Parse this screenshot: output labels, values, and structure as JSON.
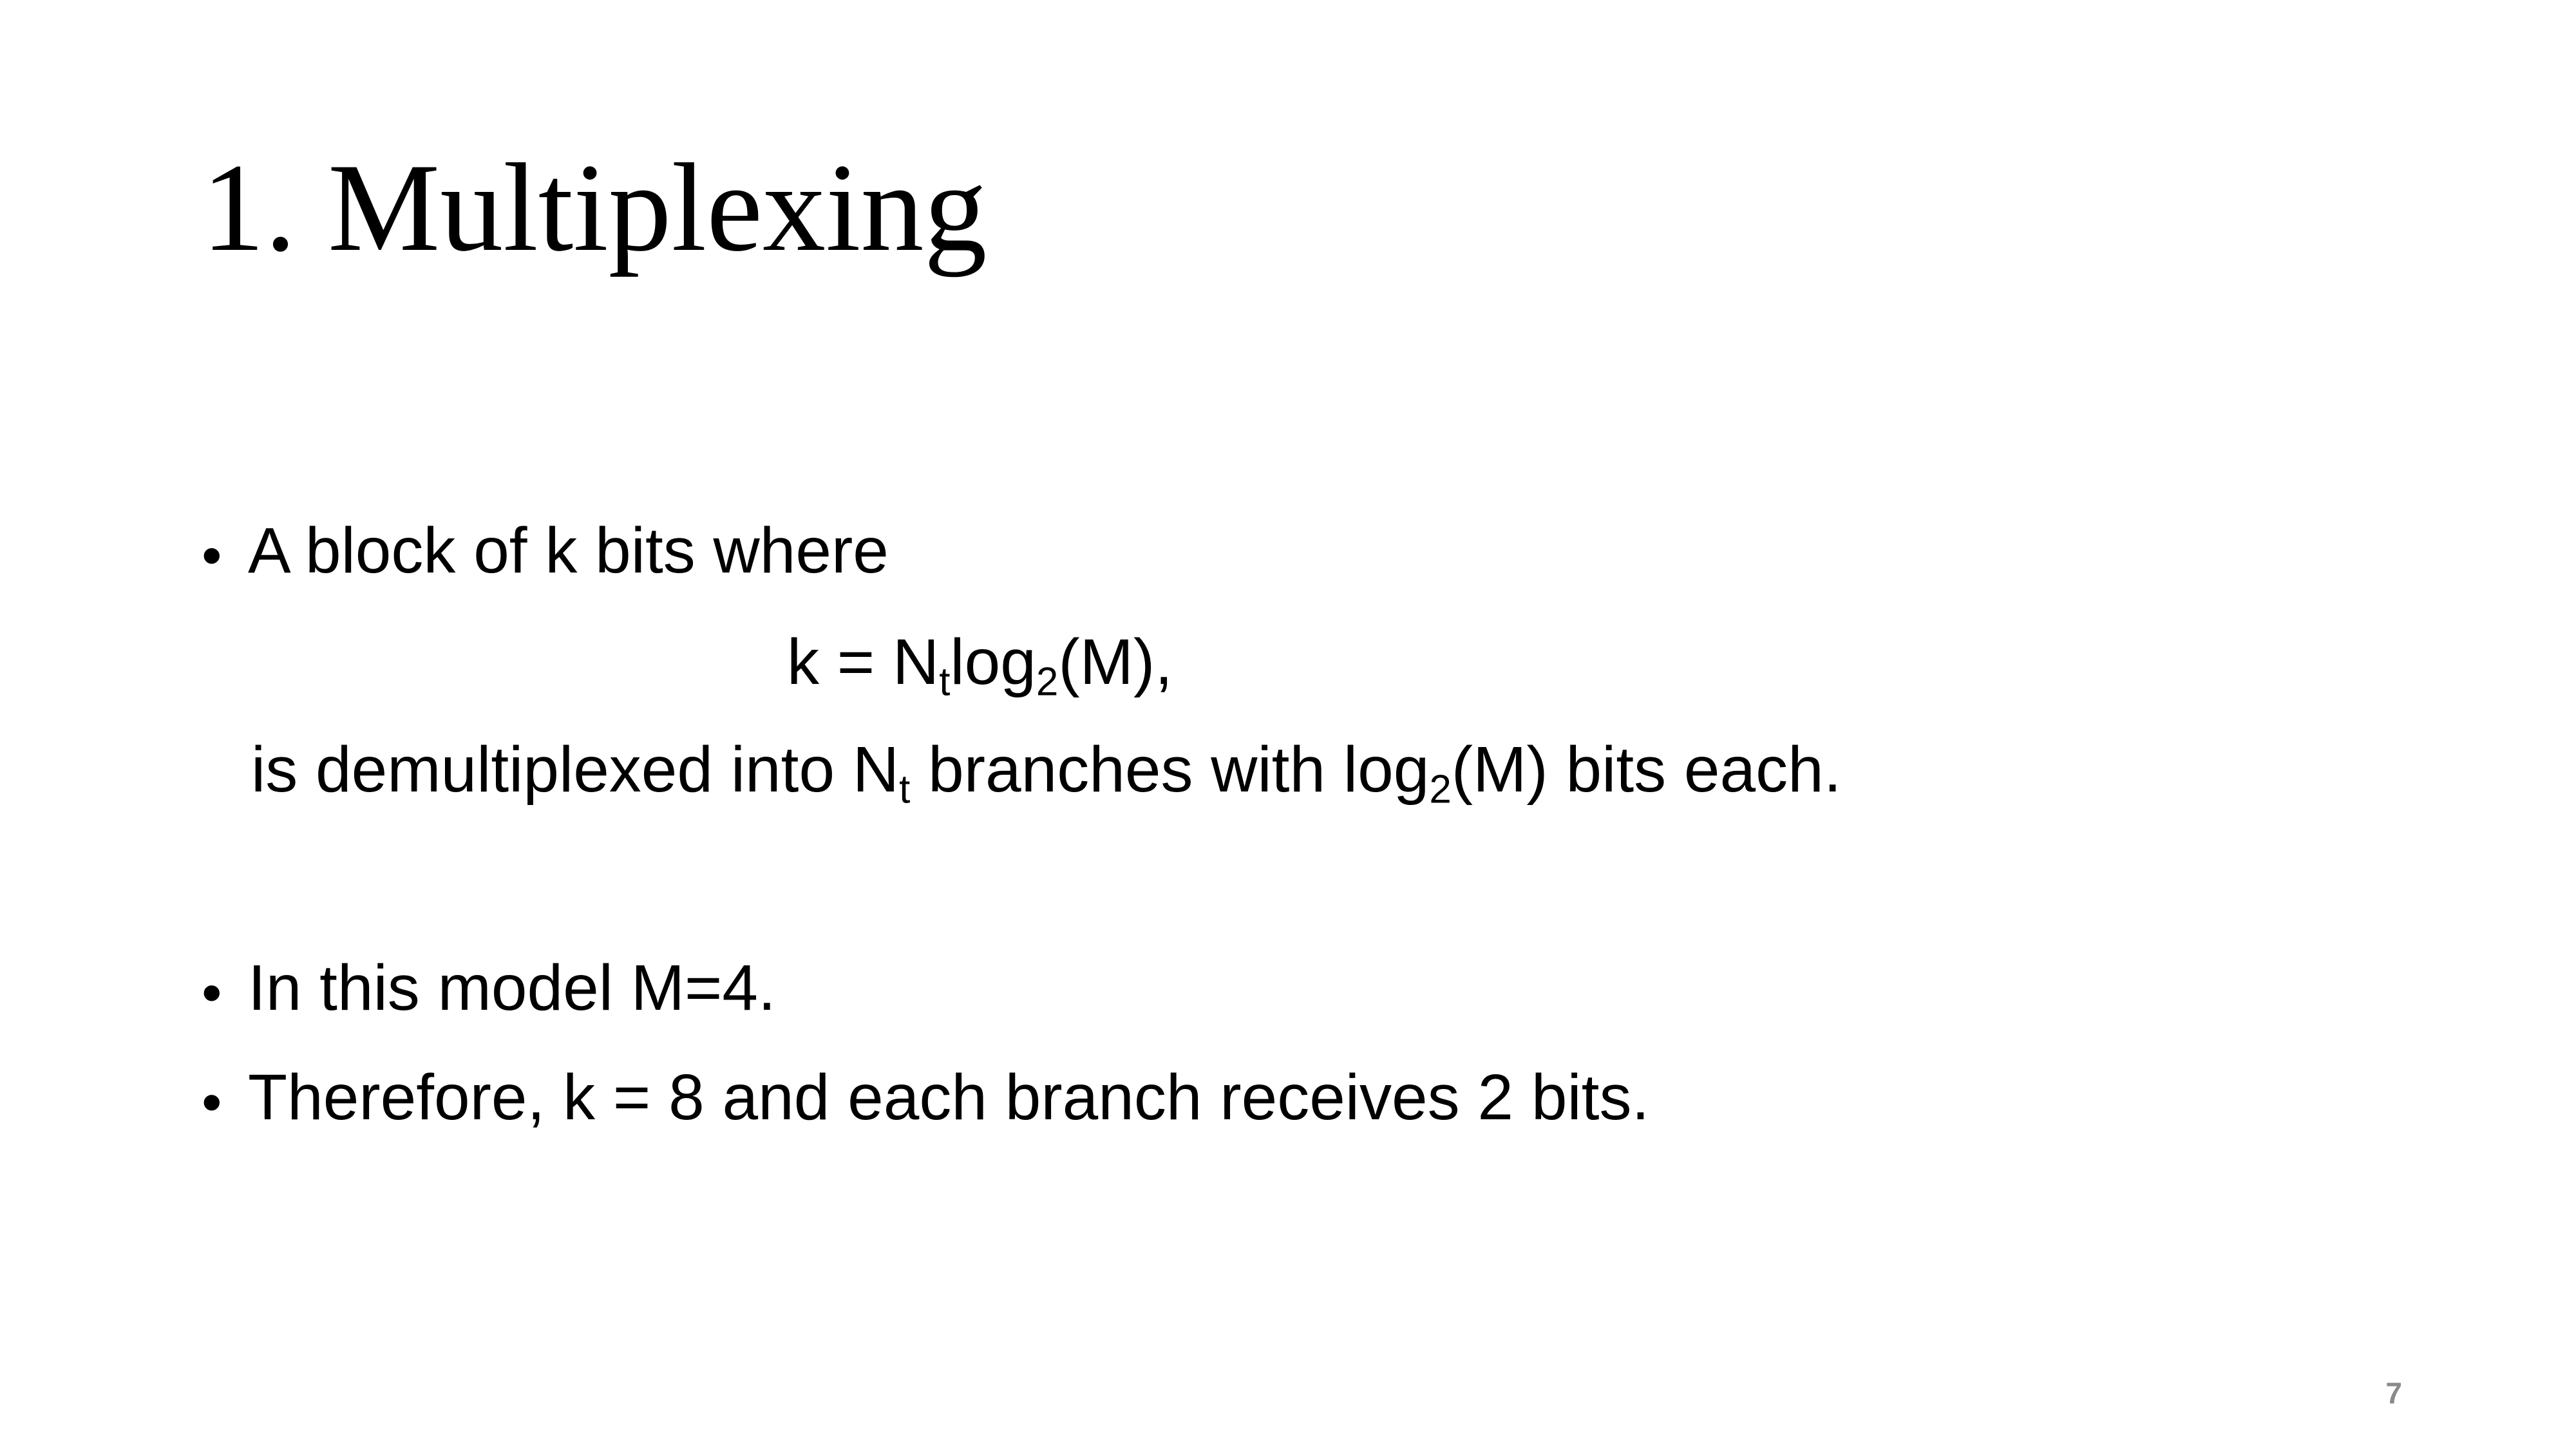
{
  "slide": {
    "title": "1. Multiplexing",
    "bullet_char": "•",
    "bullet1": {
      "text": "A block of k bits where"
    },
    "formula": {
      "lhs": "k = N",
      "sub1": "t",
      "mid": "log",
      "sub2": "2",
      "rhs": "(M),"
    },
    "continuation": {
      "part1": "is demultiplexed into N",
      "sub1": "t",
      "part2": " branches with log",
      "sub2": "2",
      "part3": "(M) bits each."
    },
    "bullet2": {
      "text": "In this model M=4."
    },
    "bullet3": {
      "text": "Therefore, k = 8 and each branch receives 2 bits."
    },
    "page_number": "7"
  }
}
